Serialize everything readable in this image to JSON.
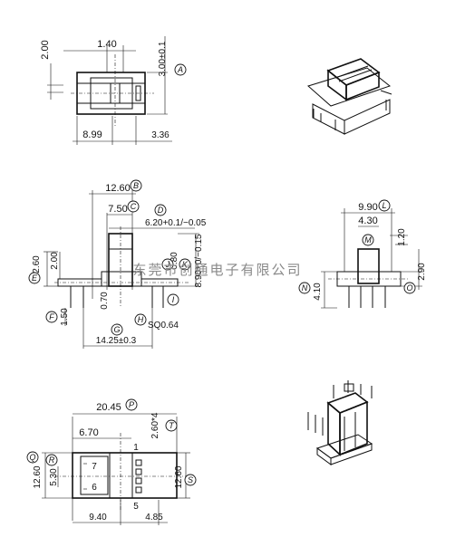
{
  "watermark": "东莞市创通电子有限公司",
  "top": {
    "dim_height": "2.00",
    "dim_width": "1.40",
    "dim_tol": "3.00±0.1",
    "dim_bottom_left": "8.99",
    "dim_bottom_right": "3.36",
    "label_a": "A"
  },
  "middle": {
    "dim_1260": "12.60",
    "dim_750": "7.50",
    "dim_620": "6.20+0.1/−0.05",
    "dim_890": "8.90+0/−0.15",
    "dim_260": "2.60",
    "dim_200": "2.00",
    "dim_150": "1.50",
    "dim_070": "0.70",
    "dim_080": "0.80",
    "dim_sq": "SQ0.64",
    "dim_1425": "14.25±0.3",
    "labels": {
      "b": "B",
      "c": "C",
      "d": "D",
      "e": "E",
      "f": "F",
      "g": "G",
      "h": "H",
      "i": "I",
      "j": "J",
      "k": "K"
    }
  },
  "side": {
    "dim_990": "9.90",
    "dim_430": "4.30",
    "dim_120": "1.20",
    "dim_290": "2.90",
    "dim_410": "4.10",
    "labels": {
      "l": "L",
      "m": "M",
      "n": "N",
      "o": "O"
    }
  },
  "bottom": {
    "dim_2045": "20.45",
    "dim_670": "6.70",
    "dim_260x4": "2.60*4",
    "dim_1260_left": "12.60",
    "dim_530": "5.30",
    "dim_1260_right": "12.60",
    "dim_940": "9.40",
    "dim_485": "4.85",
    "pin_7": "7",
    "pin_6": "6",
    "pin_1": "1",
    "pin_5": "5",
    "labels": {
      "p": "P",
      "q": "Q",
      "r": "R",
      "s": "S",
      "t": "T"
    }
  }
}
